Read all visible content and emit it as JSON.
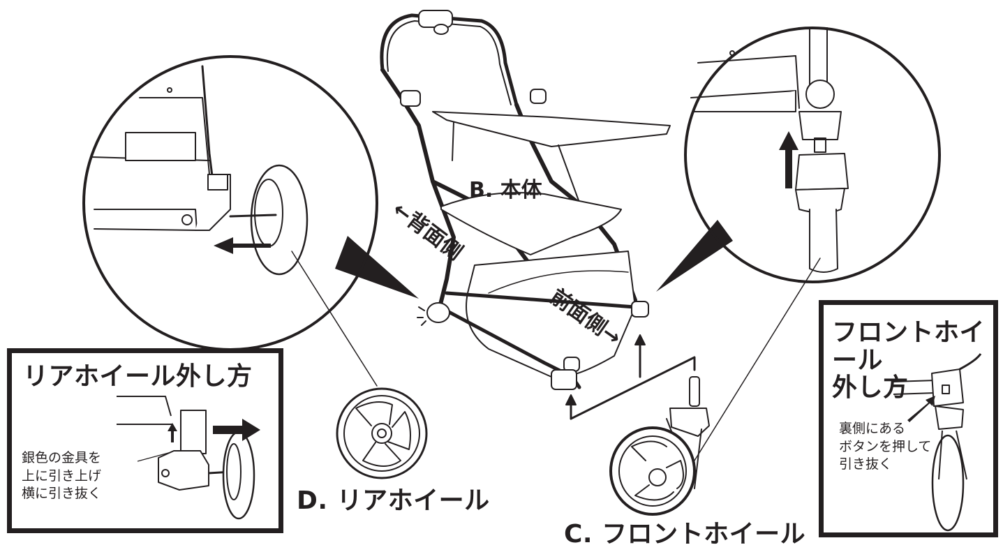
{
  "labels": {
    "body": "B. 本体",
    "rear_wheel": "D. リアホイール",
    "front_wheel": "C. フロントホイール",
    "back_side": "←背面側",
    "front_side": "前面側→"
  },
  "rear_box": {
    "title": "リアホイール外し方",
    "instruction": "銀色の金具を\n上に引き上げ\n横に引き抜く"
  },
  "front_box": {
    "title": "フロントホイール\n外し方",
    "instruction": "裏側にある\nボタンを押して\n引き抜く"
  },
  "colors": {
    "ink": "#231f20",
    "background": "#ffffff"
  }
}
